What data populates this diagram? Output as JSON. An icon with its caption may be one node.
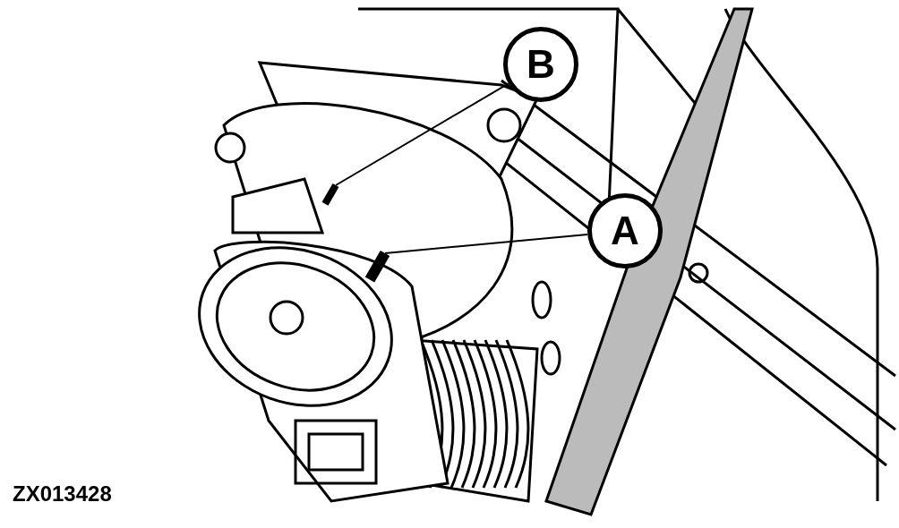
{
  "diagram": {
    "nodes": [
      {
        "text": [
          "B"
        ]
      },
      {
        "text": [],
        "shape": "bar"
      },
      {
        "text": [
          "A"
        ]
      },
      {
        "text": [],
        "shape": "bar"
      }
    ],
    "edges": [
      {
        "from": 0,
        "to": 1,
        "arrow": "none"
      },
      {
        "from": 2,
        "to": 3,
        "arrow": "none"
      }
    ],
    "labels": [
      "ZX013428"
    ]
  }
}
